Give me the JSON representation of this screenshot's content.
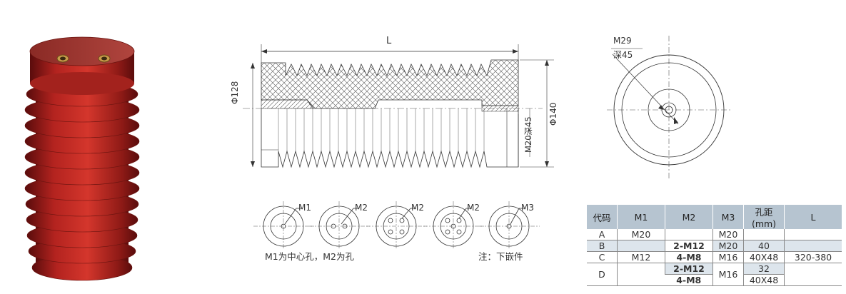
{
  "drawing": {
    "length_label": "L",
    "dia_left": "Φ128",
    "dia_right": "Φ140",
    "thread_label": "M20深45",
    "top_thread": "M29",
    "top_depth": "深45"
  },
  "insert_views": [
    {
      "label": "M1"
    },
    {
      "label": "M2"
    },
    {
      "label": "M2"
    },
    {
      "label": "M2"
    },
    {
      "label": "M3"
    }
  ],
  "notes": {
    "center_hole": "M1为中心孔，M2为孔",
    "insert_note": "注：下嵌件"
  },
  "table": {
    "headers": [
      "代码",
      "M1",
      "M2",
      "M3",
      "孔距(mm)",
      "L"
    ],
    "rows": [
      {
        "code": "A",
        "m1": "M20",
        "m2": "",
        "m3": "M20",
        "hole": "",
        "l": ""
      },
      {
        "code": "B",
        "m1": "",
        "m2": "2-M12",
        "m3": "M20",
        "hole": "40",
        "l": ""
      },
      {
        "code": "C",
        "m1": "M12",
        "m2": "4-M8",
        "m3": "M16",
        "hole": "40X48",
        "l": "320-380"
      }
    ],
    "row_d": {
      "code": "D",
      "m1": "",
      "m2a": "2-M12",
      "m2b": "4-M8",
      "m3": "M16",
      "hole_a": "32",
      "hole_b": "40X48",
      "l": ""
    }
  }
}
